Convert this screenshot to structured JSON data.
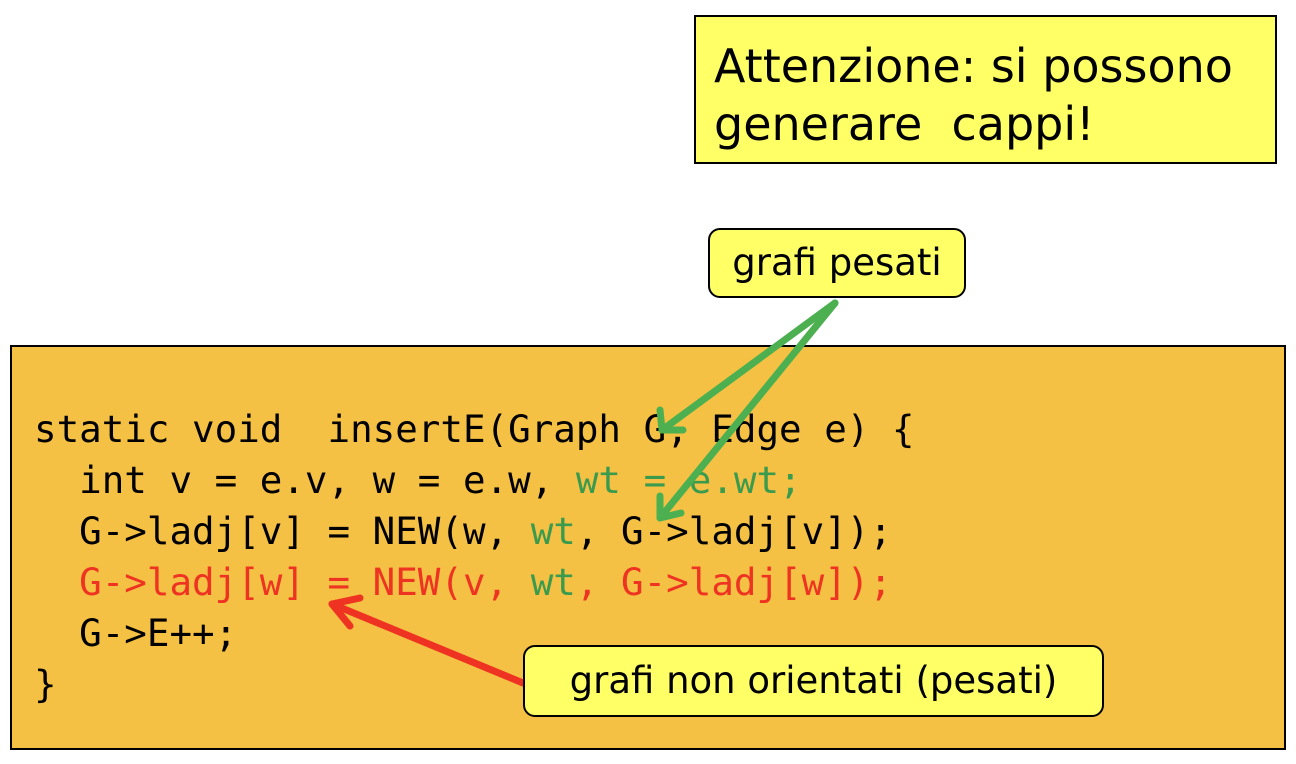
{
  "note": {
    "line1": "Attenzione: si possono",
    "line2": "generare  cappi!"
  },
  "callouts": {
    "weighted": "grafi pesati",
    "undirected": "grafi non orientati (pesati)"
  },
  "code": {
    "line1": "static void  insertE(Graph G, Edge e) {",
    "line2_a": "  int v = e.v, w = e.w, ",
    "line2_b": "wt = e.wt;",
    "line3_a": "  G->ladj[v] = NEW(w, ",
    "line3_b": "wt",
    "line3_c": ", G->ladj[v]);",
    "line4_a": "  G->ladj[w] = NEW(v, ",
    "line4_b": "wt",
    "line4_c": ", G->ladj[w]);",
    "line5": "  G->E++;",
    "line6": "}"
  },
  "colors": {
    "note_bg": "#ffff66",
    "code_bg": "#f5c144",
    "weighted_highlight": "#3a9a4e",
    "undirected_highlight": "#ee3322"
  }
}
